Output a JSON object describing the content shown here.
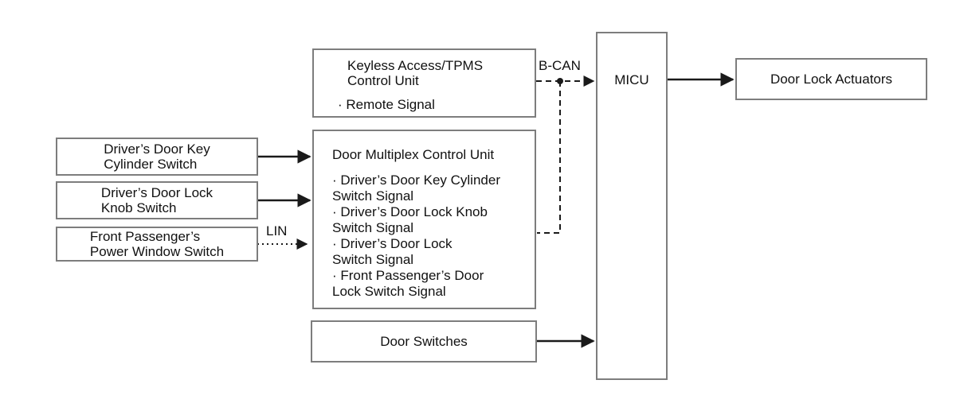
{
  "labels": {
    "b_can": "B-CAN",
    "lin": "LIN"
  },
  "boxes": {
    "key_cylinder": {
      "lines": [
        "Driver’s Door Key",
        "Cylinder Switch"
      ]
    },
    "lock_knob": {
      "lines": [
        "Driver’s Door Lock",
        "Knob Switch"
      ]
    },
    "pw_switch": {
      "lines": [
        "Front Passenger’s",
        "Power Window Switch"
      ]
    },
    "keyless": {
      "title_lines": [
        "Keyless Access/TPMS",
        "Control Unit"
      ],
      "bullet": "· Remote Signal"
    },
    "multiplex": {
      "title": "Door Multiplex Control Unit",
      "lines": [
        "· Driver’s Door Key Cylinder",
        "Switch Signal",
        "· Driver’s Door Lock Knob",
        "Switch Signal",
        "· Driver’s Door Lock",
        "Switch Signal",
        "· Front Passenger’s Door",
        "Lock Switch Signal"
      ]
    },
    "door_switches": {
      "label": "Door Switches"
    },
    "micu": {
      "label": "MICU"
    },
    "actuators": {
      "label": "Door Lock Actuators"
    }
  },
  "colors": {
    "border": "#7d7d7d",
    "line": "#1a1a1a",
    "text": "#111111",
    "background": "#ffffff"
  }
}
